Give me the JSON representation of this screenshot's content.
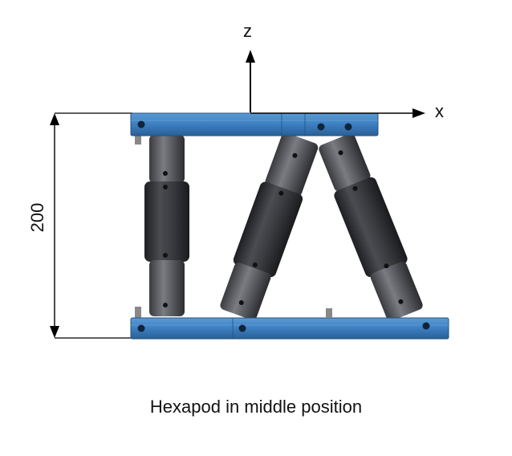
{
  "diagram": {
    "z_axis_label": "z",
    "x_axis_label": "x",
    "height_dimension": "200",
    "caption": "Hexapod in middle position"
  },
  "colors": {
    "plate_blue": "#3c7fc0",
    "plate_blue_dark": "#2a5f96",
    "actuator_dark": "#2f2f33",
    "actuator_mid": "#55575c",
    "line": "#000000"
  }
}
